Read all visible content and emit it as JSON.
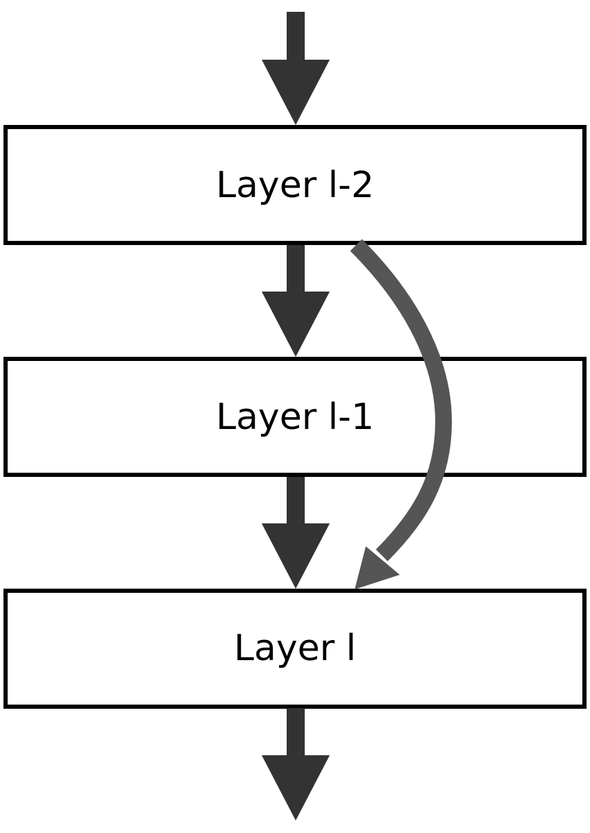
{
  "layers": [
    {
      "label": "Layer l-2"
    },
    {
      "label": "Layer l-1"
    },
    {
      "label": "Layer l"
    }
  ],
  "connections": {
    "main_flow": [
      "input",
      "Layer l-2",
      "Layer l-1",
      "Layer l",
      "output"
    ],
    "skip": {
      "from": "Layer l-2",
      "to": "Layer l"
    }
  },
  "colors": {
    "main_arrow": "#333333",
    "skip_arrow": "#555555",
    "box_stroke": "#000000",
    "box_fill": "#ffffff",
    "text": "#000000"
  }
}
